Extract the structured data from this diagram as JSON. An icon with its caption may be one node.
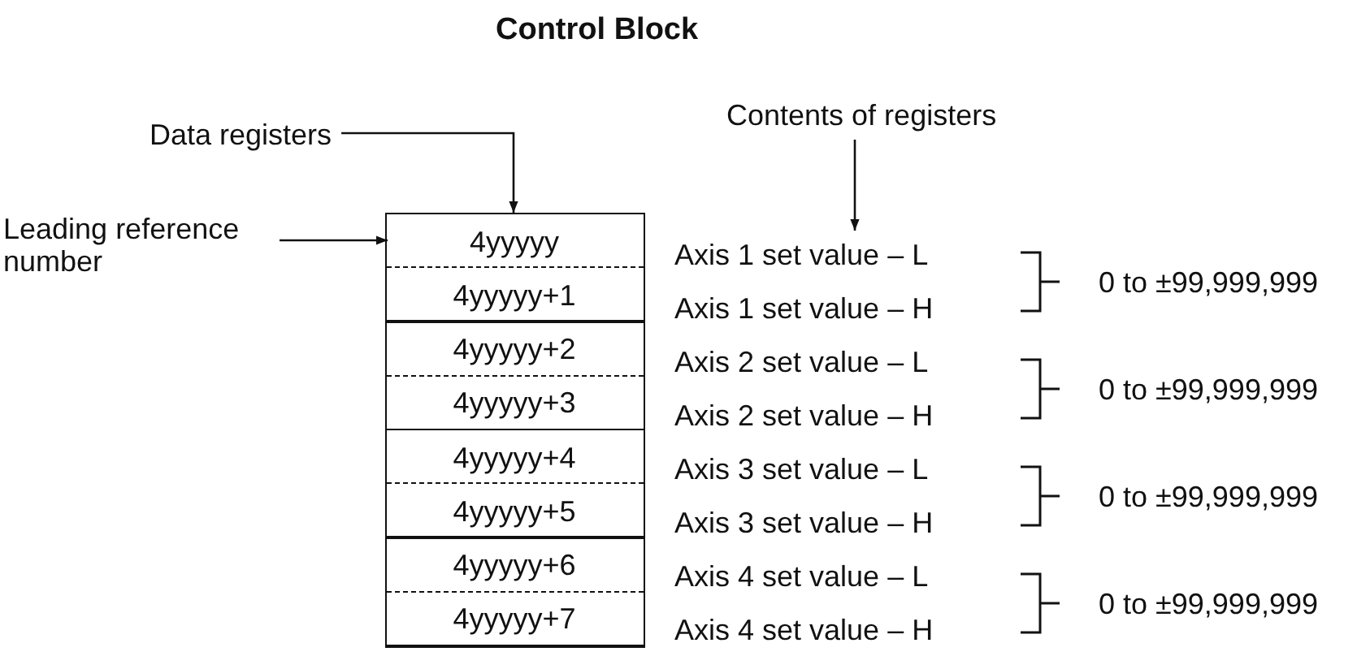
{
  "diagram": {
    "title": "Control Block",
    "nodes": [
      {
        "text": [
          "Data registers"
        ]
      },
      {
        "text": [
          "Leading reference number"
        ]
      },
      {
        "text": [],
        "shape": "box"
      },
      {
        "text": [],
        "shape": "box",
        "in": 2
      },
      {
        "text": [
          "4yyyyy"
        ],
        "in": 3
      },
      {
        "text": [
          "4yyyyy+1"
        ],
        "in": 3
      },
      {
        "text": [],
        "shape": "box",
        "in": 2
      },
      {
        "text": [
          "4yyyyy+2"
        ],
        "in": 6
      },
      {
        "text": [
          "4yyyyy+3"
        ],
        "in": 6
      },
      {
        "text": [],
        "shape": "box",
        "in": 2
      },
      {
        "text": [
          "4yyyyy+4"
        ],
        "in": 9
      },
      {
        "text": [
          "4yyyyy+5"
        ],
        "in": 9
      },
      {
        "text": [],
        "shape": "box",
        "in": 2
      },
      {
        "text": [
          "4yyyyy+6"
        ],
        "in": 12
      },
      {
        "text": [
          "4yyyyy+7"
        ],
        "in": 12
      },
      {
        "text": [
          "Contents of registers"
        ]
      },
      {
        "text": [
          "Axis 1 set value – L"
        ]
      },
      {
        "text": [
          "Axis 1 set value – H"
        ]
      },
      {
        "text": [
          "Axis 2 set value – L"
        ]
      },
      {
        "text": [
          "Axis 2 set value – H"
        ]
      },
      {
        "text": [
          "Axis 3 set value – L"
        ]
      },
      {
        "text": [
          "Axis 3 set value – H"
        ]
      },
      {
        "text": [
          "Axis 4 set value – L"
        ]
      },
      {
        "text": [
          "Axis 4 set value – H"
        ]
      }
    ],
    "edges": [
      {
        "from": 0,
        "to": 2,
        "arrow": "to"
      },
      {
        "from": 1,
        "to": 4,
        "arrow": "to"
      },
      {
        "from": 15,
        "to": 16,
        "arrow": "to"
      }
    ],
    "labels": [
      "0 to ±99,999,999",
      "0 to ±99,999,999",
      "0 to ±99,999,999",
      "0 to ±99,999,999"
    ]
  }
}
